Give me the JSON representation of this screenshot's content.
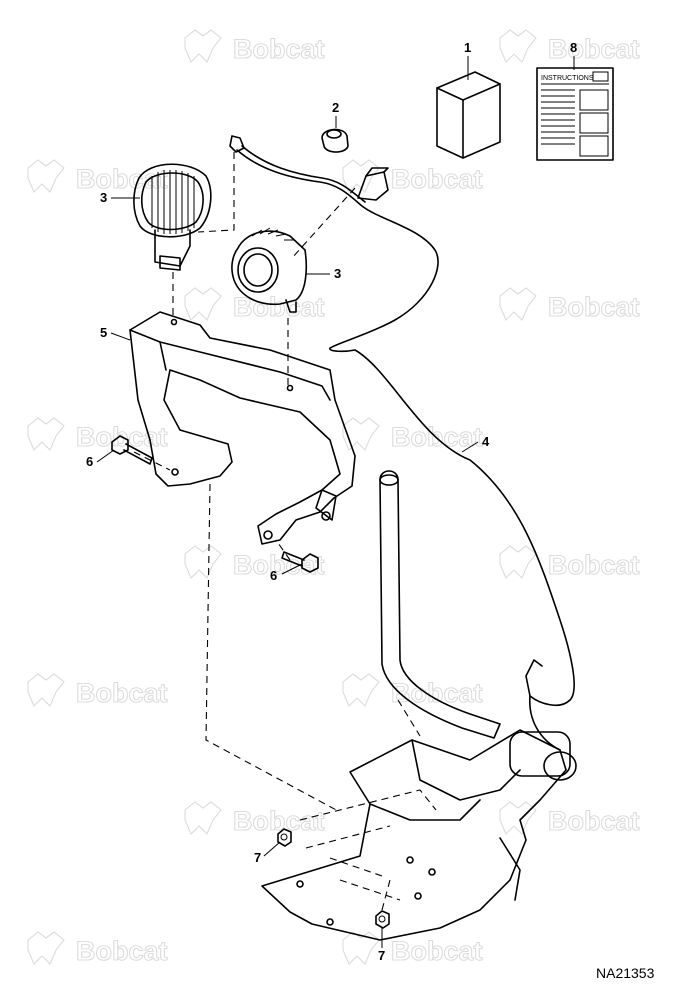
{
  "watermark": {
    "brand": "Bobcat",
    "color": "#dcdcdc"
  },
  "callouts": {
    "c1": "1",
    "c2": "2",
    "c3a": "3",
    "c3b": "3",
    "c4": "4",
    "c5": "5",
    "c6a": "6",
    "c6b": "6",
    "c7a": "7",
    "c7b": "7",
    "c8": "8"
  },
  "instructions_sheet": {
    "title": "INSTRUCTIONS"
  },
  "figure_number": "NA21353"
}
